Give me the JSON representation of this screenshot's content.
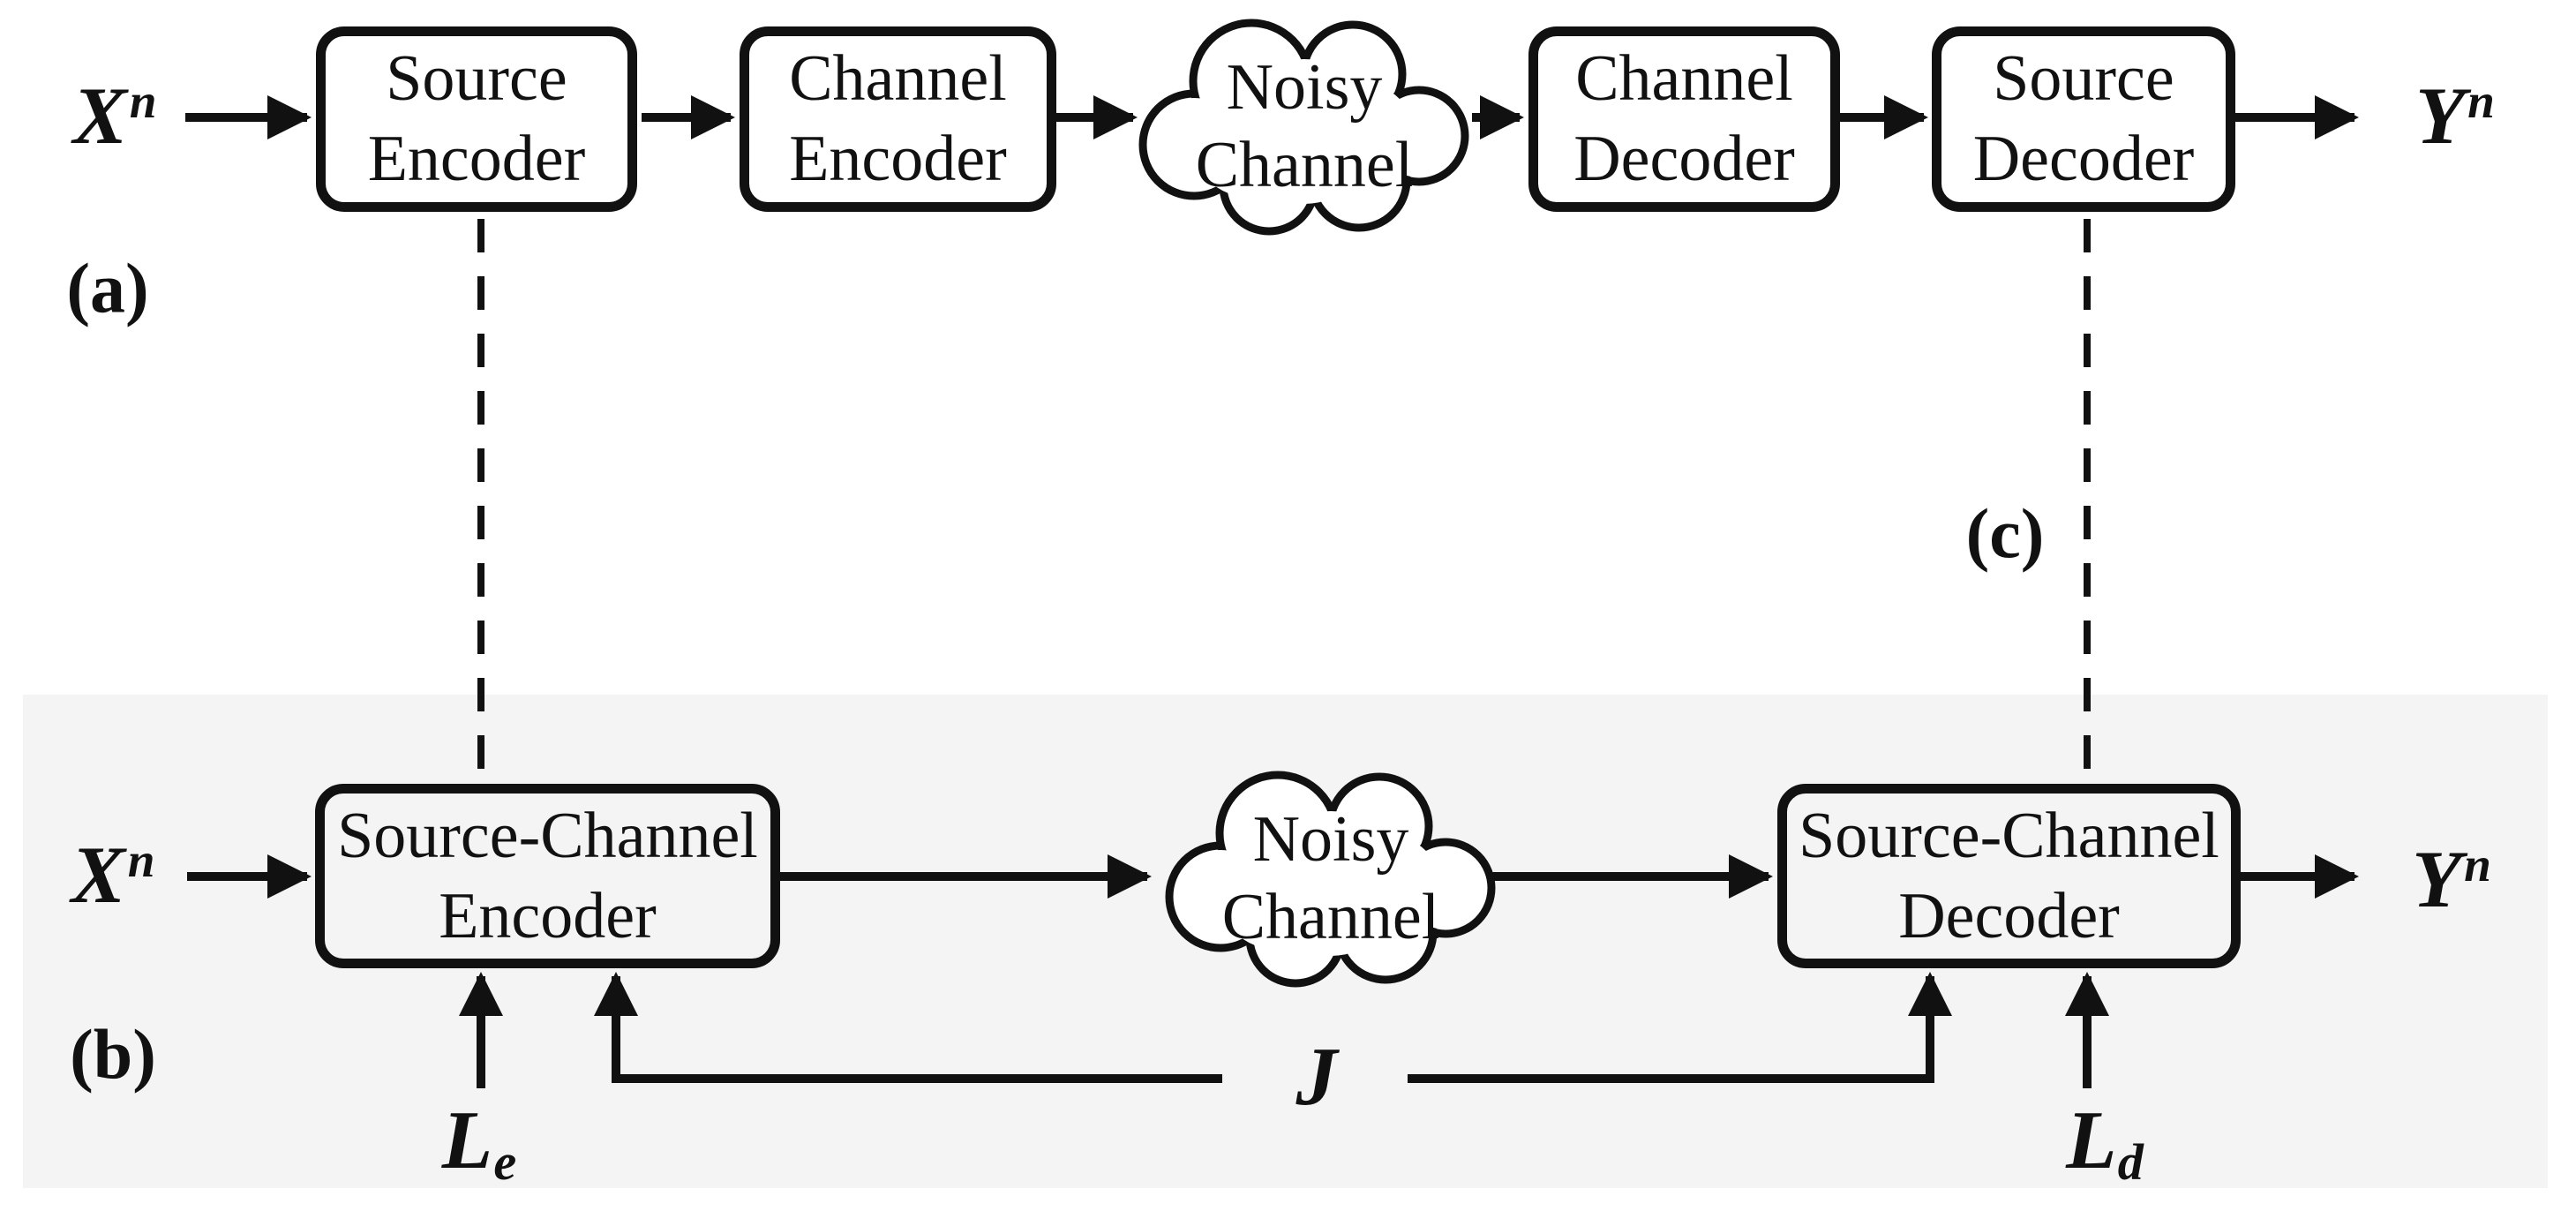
{
  "figure": {
    "description": "Block diagram comparing separate source and channel coding (a) with joint source-channel coding (b); dashed links (c) relate corresponding blocks.",
    "colors": {
      "ink": "#111111",
      "panel_b_background": "#f4f4f4",
      "box_fill": "#ffffff"
    },
    "panels": {
      "a": "(a)",
      "b": "(b)",
      "c": "(c)"
    },
    "labels": {
      "x_top_base": "X",
      "x_top_sup": "n",
      "y_top_base": "Y",
      "y_top_sup": "n",
      "x_bottom_base": "X",
      "x_bottom_sup": "n",
      "y_bottom_base": "Y",
      "y_bottom_sup": "n",
      "le_base": "L",
      "le_sub": "e",
      "ld_base": "L",
      "ld_sub": "d",
      "j": "J"
    },
    "boxes": {
      "source_encoder": {
        "line1": "Source",
        "line2": "Encoder"
      },
      "channel_encoder": {
        "line1": "Channel",
        "line2": "Encoder"
      },
      "noisy_channel_top": {
        "line1": "Noisy",
        "line2": "Channel"
      },
      "channel_decoder": {
        "line1": "Channel",
        "line2": "Decoder"
      },
      "source_decoder": {
        "line1": "Source",
        "line2": "Decoder"
      },
      "source_channel_encoder": {
        "line1": "Source-Channel",
        "line2": "Encoder"
      },
      "noisy_channel_bottom": {
        "line1": "Noisy",
        "line2": "Channel"
      },
      "source_channel_decoder": {
        "line1": "Source-Channel",
        "line2": "Decoder"
      }
    }
  }
}
